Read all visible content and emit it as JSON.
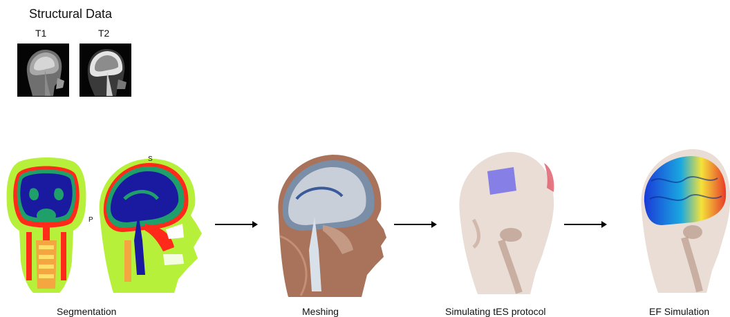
{
  "header": {
    "title": "Structural Data",
    "t1_label": "T1",
    "t2_label": "T2"
  },
  "segmentation": {
    "label_s": "S",
    "label_p": "P"
  },
  "steps": [
    {
      "label": "Segmentation"
    },
    {
      "label": "Meshing"
    },
    {
      "label": "Simulating tES protocol"
    },
    {
      "label": "EF Simulation"
    }
  ],
  "colors": {
    "background": "#ffffff",
    "arrow": "#000000",
    "seg_skin": "#b7f03a",
    "seg_csf": "#ff2a1a",
    "seg_gm": "#1fa06a",
    "seg_wm": "#1a1aa0",
    "electrode": "#7a74e8",
    "electrode2": "#e06070",
    "head_shell": "#e9ddd5"
  }
}
